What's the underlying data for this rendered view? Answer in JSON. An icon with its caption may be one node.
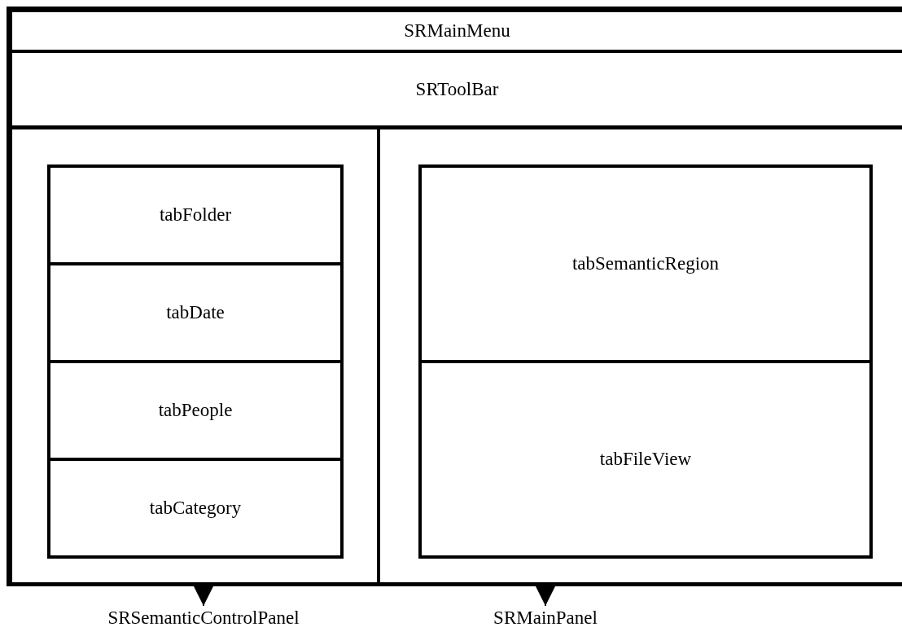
{
  "diagram": {
    "nodes": [
      {
        "text": [
          "SRMainMenu"
        ]
      },
      {
        "text": [
          "SRToolBar"
        ]
      },
      {
        "text": [],
        "shape": "box"
      },
      {
        "text": [
          "tabFolder"
        ],
        "in": 2
      },
      {
        "text": [
          "tabDate"
        ],
        "in": 2
      },
      {
        "text": [
          "tabPeople"
        ],
        "in": 2
      },
      {
        "text": [
          "tabCategory"
        ],
        "in": 2
      },
      {
        "text": [],
        "shape": "box"
      },
      {
        "text": [
          "tabSemanticRegion"
        ],
        "in": 7
      },
      {
        "text": [
          "tabFileView"
        ],
        "in": 7
      },
      {
        "text": [
          "SRSemanticControlPanel"
        ]
      },
      {
        "text": [
          "SRMainPanel"
        ]
      }
    ],
    "edges": [
      {
        "from": 2,
        "to": 10,
        "arrow": "to"
      },
      {
        "from": 7,
        "to": 11,
        "arrow": "to"
      }
    ]
  }
}
